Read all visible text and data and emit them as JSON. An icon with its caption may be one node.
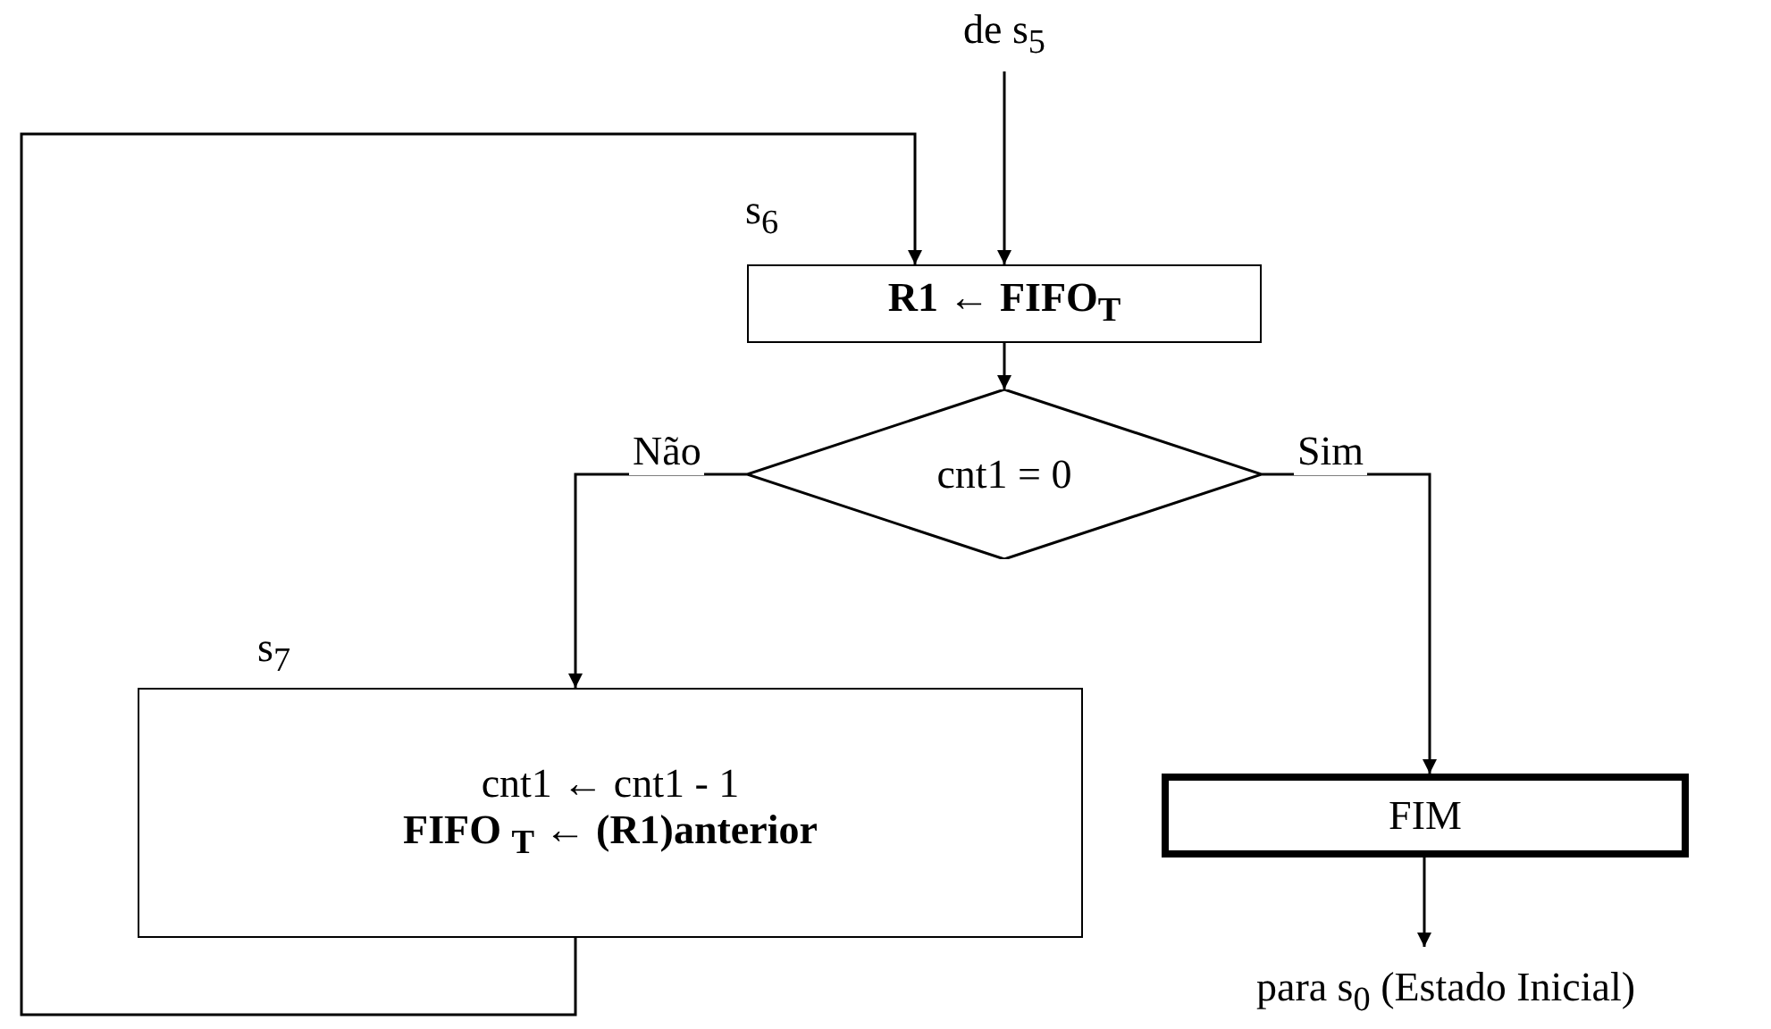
{
  "diagram": {
    "nodes": [
      {
        "text": [
          "de s$_{5}$"
        ]
      },
      {
        "text": [
          "R1 ← FIFO$_{T}$"
        ],
        "beside": [
          "s$_{6}$"
        ]
      },
      {
        "text": [
          "cnt1 = 0"
        ]
      },
      {
        "text": [
          "cnt1 ← cnt1 - 1",
          "FIFO $_{T}$ ← (R1)anterior"
        ],
        "beside": [
          "s$_{7}$"
        ]
      },
      {
        "text": [
          "FIM"
        ]
      },
      {
        "text": [
          "para s$_{0}$  (Estado Inicial)"
        ]
      }
    ],
    "edges": [
      {
        "from": 0,
        "to": 1,
        "arrow": "to"
      },
      {
        "from": 1,
        "to": 2,
        "arrow": "to"
      },
      {
        "from": 2,
        "to": 3,
        "arrow": "to",
        "label": "Não"
      },
      {
        "from": 2,
        "to": 4,
        "arrow": "to",
        "label": "Sim"
      },
      {
        "from": 4,
        "to": 5,
        "arrow": "to"
      },
      {
        "from": 3,
        "to": 1,
        "arrow": "to"
      }
    ]
  }
}
